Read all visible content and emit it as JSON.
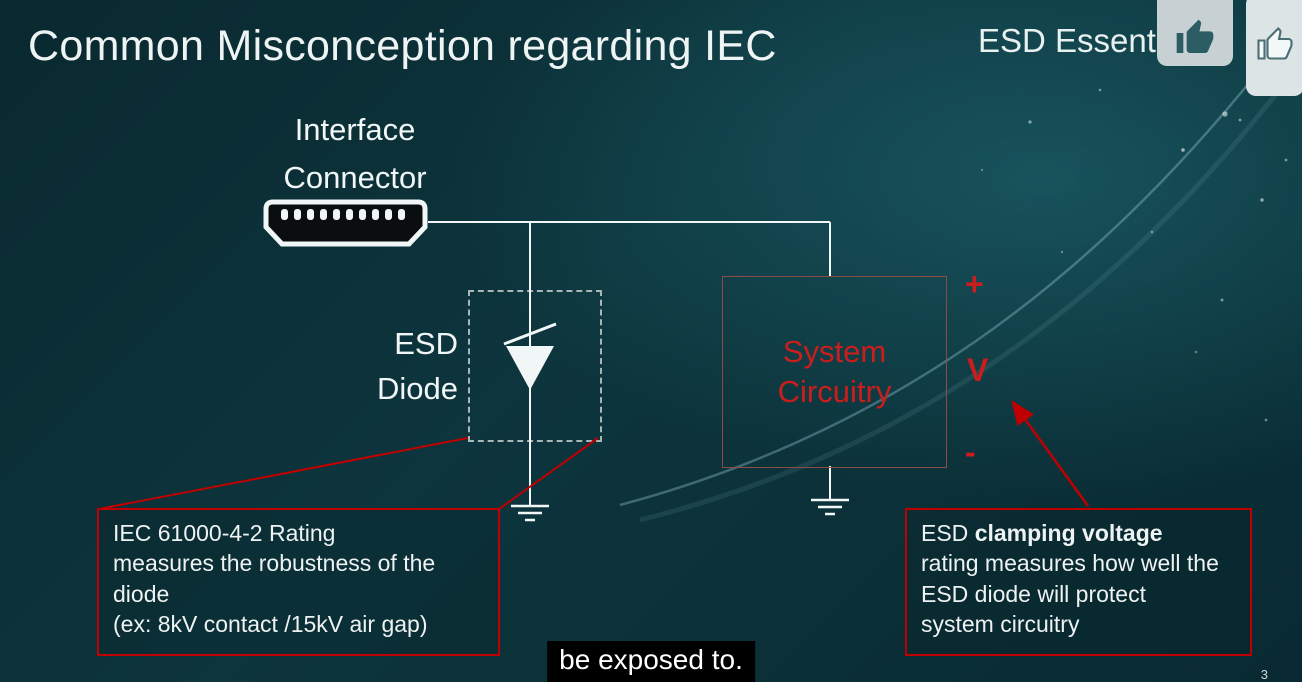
{
  "slide": {
    "title": "Common Misconception regarding IEC",
    "brand": "ESD Essentials",
    "page_number": "3",
    "caption": "be exposed to."
  },
  "diagram": {
    "connector_label": [
      "Interface",
      "Connector"
    ],
    "esd_diode_label": [
      "ESD",
      "Diode"
    ],
    "system_box": [
      "System",
      "Circuitry"
    ],
    "terminals": {
      "plus": "+",
      "voltage": "V",
      "minus": "-"
    },
    "icon_names": [
      "hdmi-connector-icon",
      "tvs-diode-icon",
      "ground-icon",
      "thumbs-up-icon",
      "thumbs-up-outline-icon"
    ]
  },
  "callouts": {
    "left": {
      "lines": [
        "IEC 61000-4-2 Rating",
        "measures the robustness of the",
        "diode",
        "(ex: 8kV contact /15kV air gap)"
      ]
    },
    "right": {
      "lead": "ESD ",
      "bold": "clamping voltage",
      "lines": [
        "rating measures how well the",
        "ESD diode will protect",
        "system circuitry"
      ]
    }
  },
  "colors": {
    "accent_red": "#c00000",
    "system_text_red": "#cc1d1d",
    "background_teal": "#0d353d",
    "caption_bg": "#000000",
    "text_white": "#f1f6f6"
  }
}
